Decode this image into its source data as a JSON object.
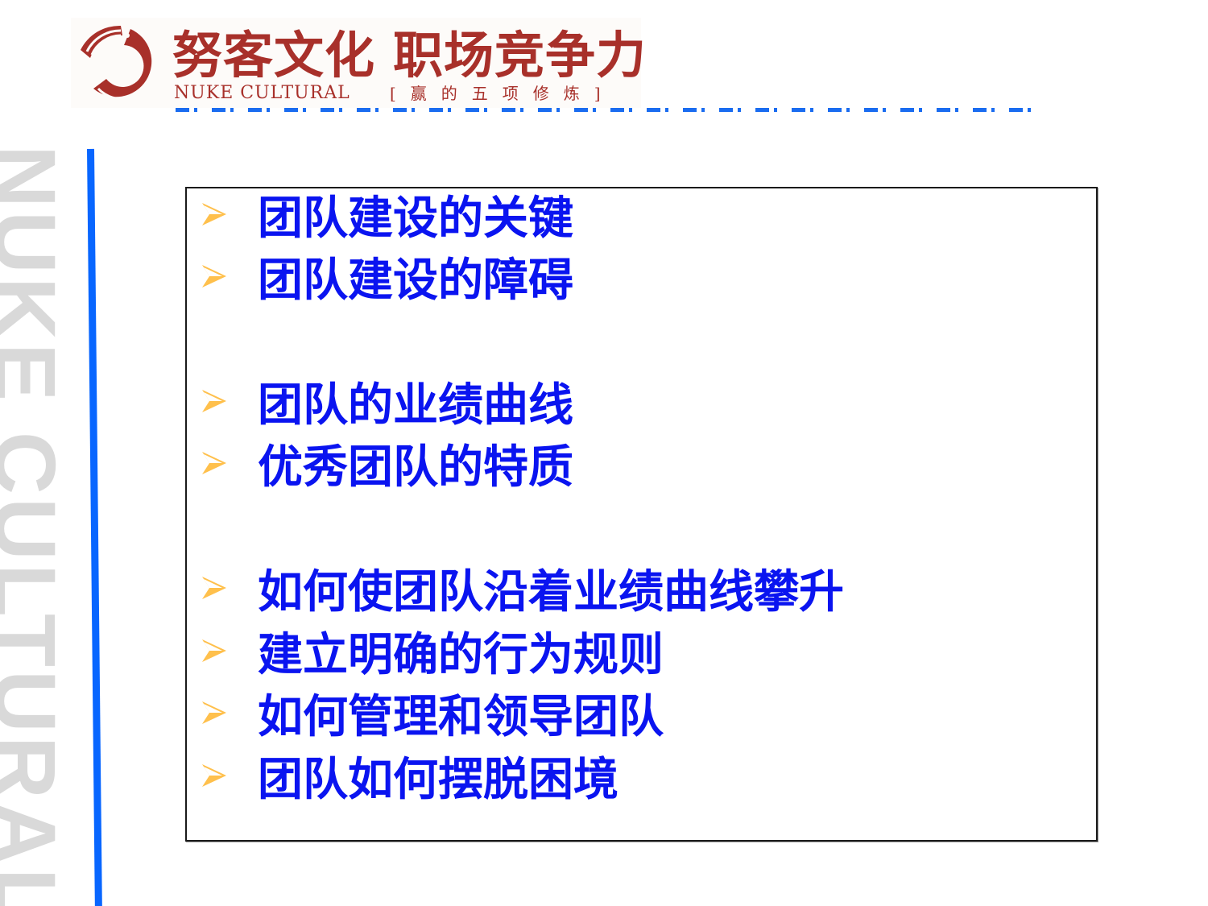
{
  "header": {
    "brand_cn_left": "努客文化",
    "brand_cn_right": "职场竞争力",
    "brand_en": "NUKE CULTURAL",
    "tagline": "[赢的五项修炼]",
    "colors": {
      "brand": "#a8302a",
      "dash_line": "#1a6cf0"
    }
  },
  "watermark": {
    "text": "NUKE CULTURAL",
    "color": "#d9d9d9"
  },
  "accent_bar": {
    "color": "#0866ff"
  },
  "content": {
    "bullet_icon": "arrow-right-triangle-icon",
    "bullet_color": "#ffc04c",
    "text_color": "#0a14f0",
    "items": [
      {
        "label": "团队建设的关键"
      },
      {
        "label": "团队建设的障碍"
      },
      {
        "label": "团队的业绩曲线"
      },
      {
        "label": "优秀团队的特质"
      },
      {
        "label": "如何使团队沿着业绩曲线攀升"
      },
      {
        "label": "建立明确的行为规则"
      },
      {
        "label": "如何管理和领导团队"
      },
      {
        "label": "团队如何摆脱困境"
      }
    ]
  }
}
